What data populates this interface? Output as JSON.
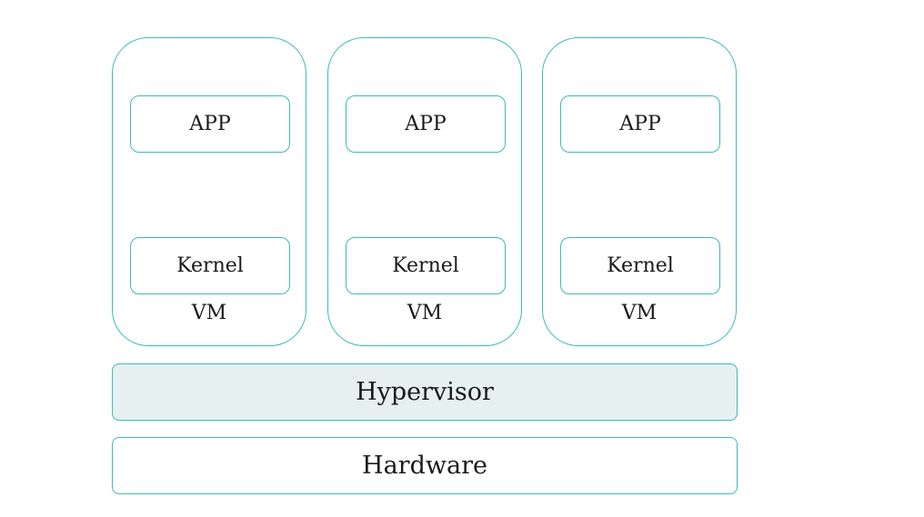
{
  "vms": [
    {
      "app_label": "APP",
      "kernel_label": "Kernel",
      "vm_label": "VM"
    },
    {
      "app_label": "APP",
      "kernel_label": "Kernel",
      "vm_label": "VM"
    },
    {
      "app_label": "APP",
      "kernel_label": "Kernel",
      "vm_label": "VM"
    }
  ],
  "hypervisor": {
    "label": "Hypervisor"
  },
  "hardware": {
    "label": "Hardware"
  },
  "colors": {
    "border": "#3dbbb6",
    "hypervisor_fill": "#e7f0f0"
  }
}
